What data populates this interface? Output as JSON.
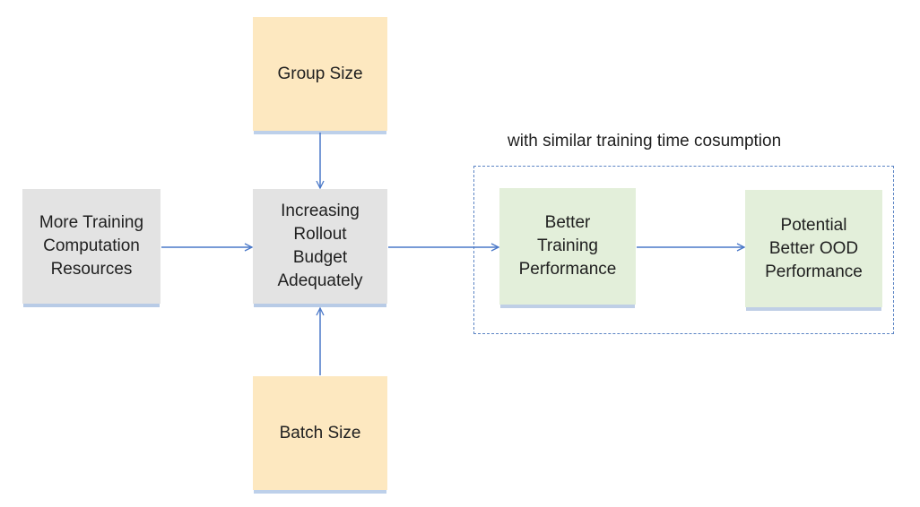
{
  "diagram": {
    "caption": "with similar training time cosumption",
    "nodes": {
      "more_training": "More Training\nComputation\nResources",
      "group_size": "Group Size",
      "rollout_budget": "Increasing\nRollout\nBudget\nAdequately",
      "batch_size": "Batch Size",
      "better_training": "Better\nTraining\nPerformance",
      "better_ood": "Potential\nBetter OOD\nPerformance"
    },
    "colors": {
      "gray_box": "#e3e3e3",
      "yellow_box": "#fde8c0",
      "green_box": "#e3efda",
      "arrow": "#4a78c8",
      "dashed_frame": "#5b84c4"
    }
  }
}
